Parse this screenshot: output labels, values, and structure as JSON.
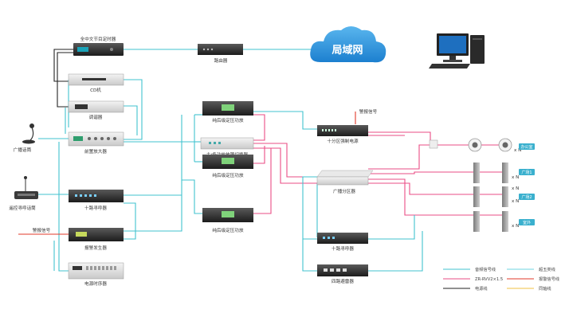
{
  "nodes": {
    "timer_source": "全中文节目定时器",
    "cd": "CD机",
    "tuner": "调谐器",
    "pre_amp": "前置放大器",
    "mic": "广播话筒",
    "remote_mic": "遥控寻呼话筒",
    "zone_pager": "十路寻呼器",
    "alarm_in": "警报信号",
    "alarm_gen": "报警发生器",
    "power_seq": "电源时序器",
    "router": "路由器",
    "cloud": "局域网",
    "amp1": "纯后级定压功放",
    "switcher": "主/备功放故障切换器",
    "amp2": "纯后级定压功放",
    "amp3": "纯后级定压功放",
    "alarm_in2": "警报信号",
    "zone_power": "十分区强制电源",
    "splitter": "广播分区器",
    "zone_pager2": "十路寻呼器",
    "surge": "四路避雷器",
    "zone1": "办公室",
    "zone2": "广场1",
    "zone3": "广场2",
    "zone4": "室外",
    "xn1": "x N",
    "xn2": "x N",
    "xn3": "x N",
    "xn4": "x N",
    "xn5": "x N"
  },
  "legend": {
    "items": [
      "音频信号线",
      "超五类线",
      "ZR-RVV2×1.5",
      "报警信号线",
      "电源线",
      "同轴线"
    ]
  },
  "colors": {
    "audio": "#42c3cf",
    "cable": "#ea4d86",
    "power": "#222222",
    "alarm": "#e23a2a",
    "coax": "#f0c040",
    "cloud": "#2a8fd4",
    "zone_tag": "#3ab0ce"
  }
}
